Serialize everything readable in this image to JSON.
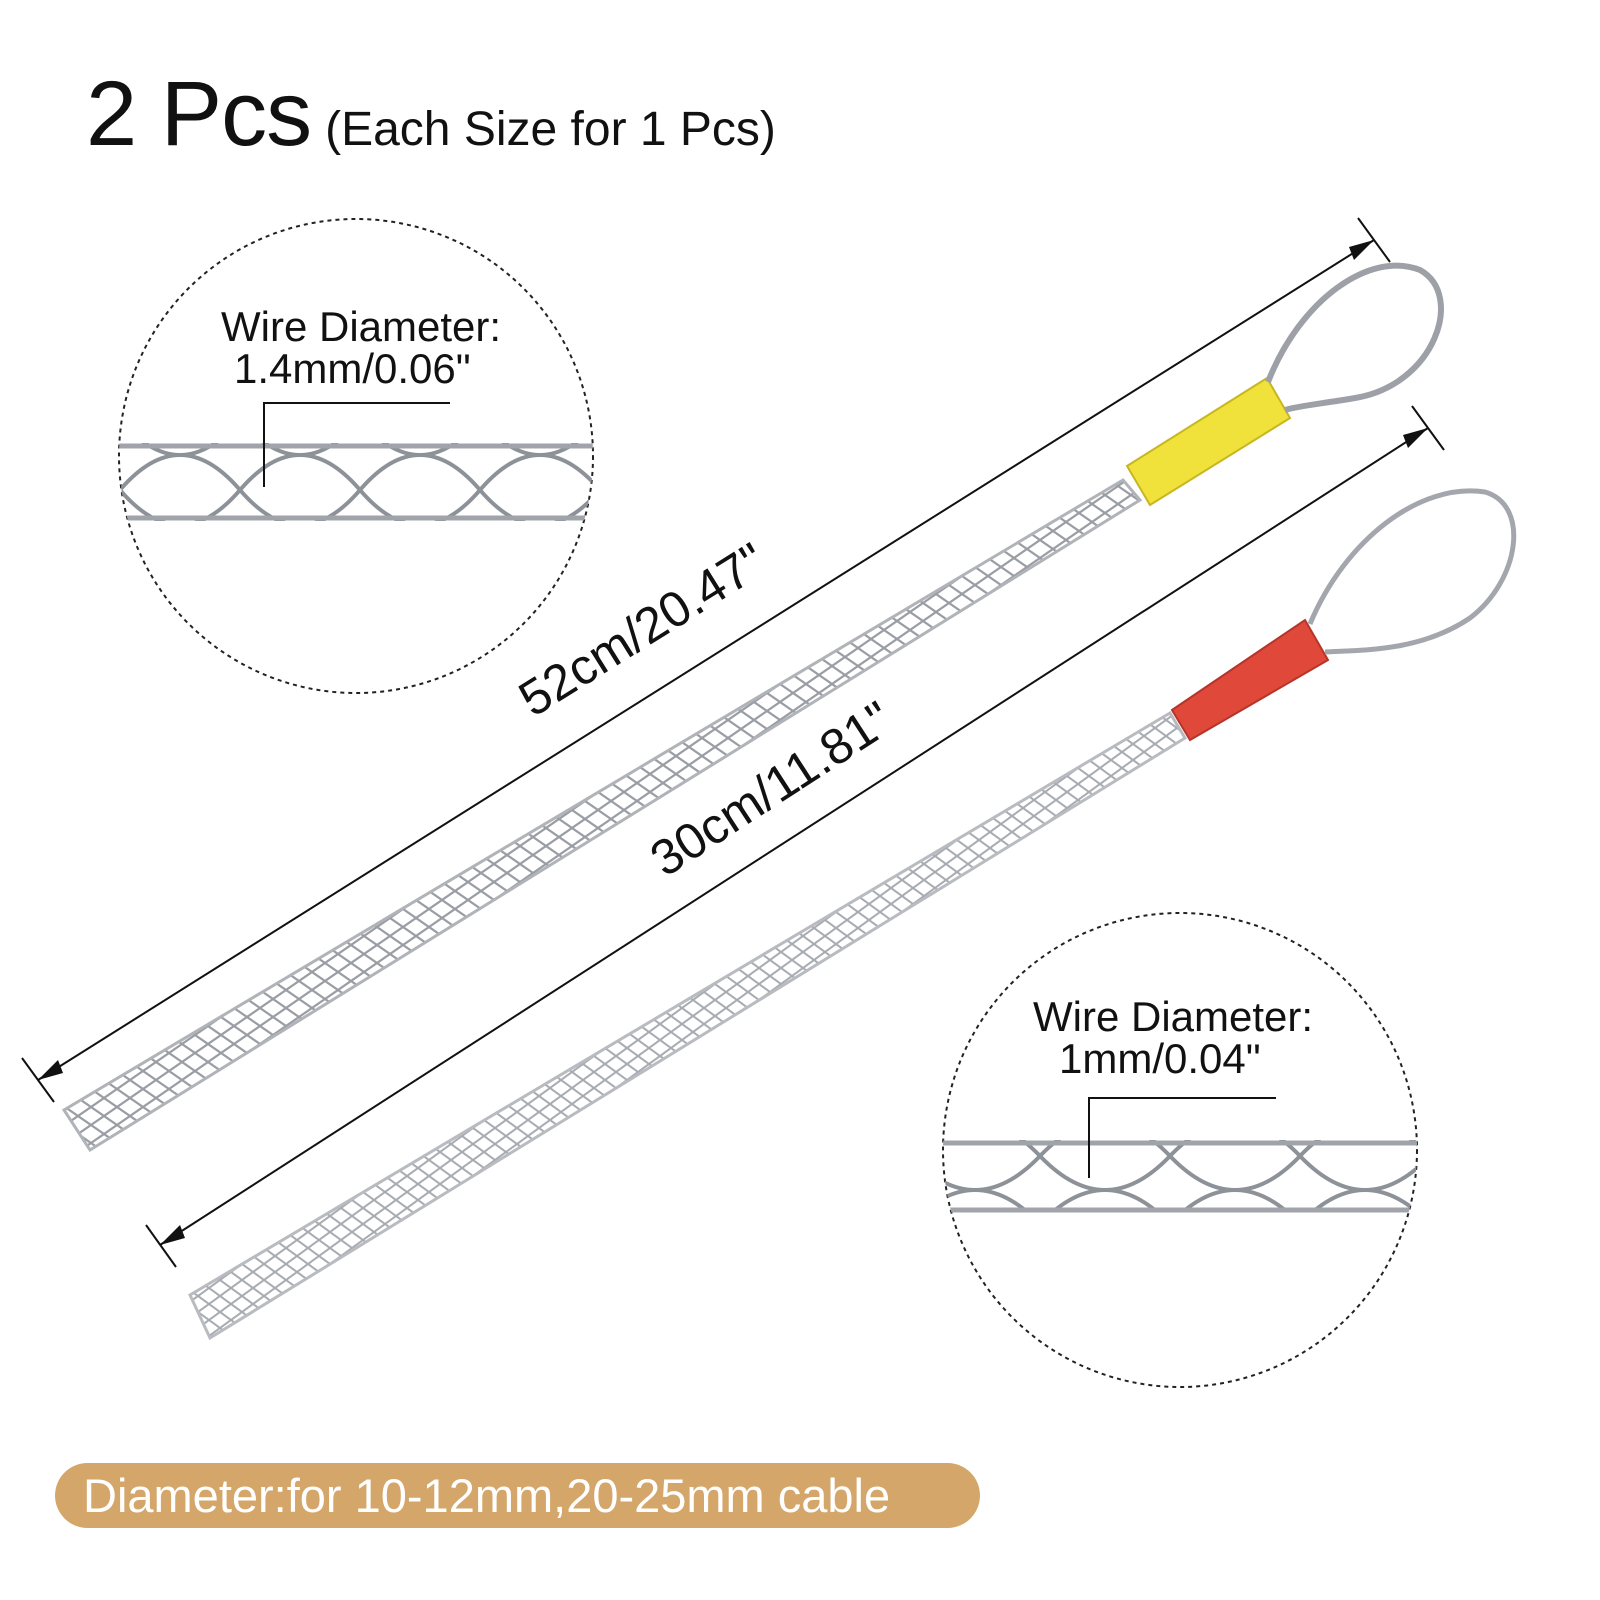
{
  "header": {
    "title_main": "2 Pcs",
    "title_sub": "(Each Size for 1 Pcs)"
  },
  "long_grip": {
    "length_label": "52cm/20.47\"",
    "sleeve_color": "#f0e23a"
  },
  "short_grip": {
    "length_label": "30cm/11.81\"",
    "sleeve_color": "#e0483a"
  },
  "detail_top": {
    "line1": "Wire Diameter:",
    "line2": "1.4mm/0.06\""
  },
  "detail_bottom": {
    "line1": "Wire Diameter:",
    "line2": "1mm/0.04\""
  },
  "footer": {
    "banner_text": "Diameter:for 10-12mm,20-25mm cable",
    "banner_color": "#d4a66a"
  }
}
